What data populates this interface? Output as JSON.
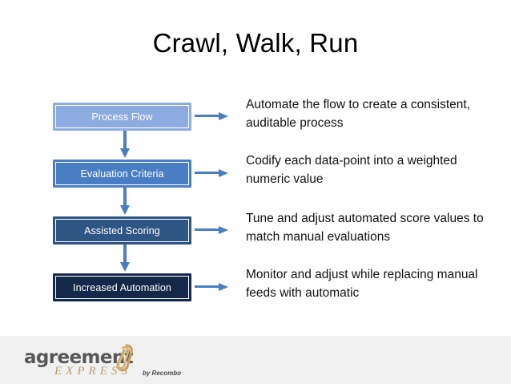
{
  "slide": {
    "title": "Crawl, Walk, Run",
    "background_color": "#ffffff"
  },
  "flow": {
    "arrow_color": "#4a7ec4",
    "nodes": [
      {
        "label": "Process Flow",
        "color": "#8cabe0"
      },
      {
        "label": "Evaluation Criteria",
        "color": "#4a7ec4"
      },
      {
        "label": "Assisted Scoring",
        "color": "#2f5584"
      },
      {
        "label": "Increased Automation",
        "color": "#14294a"
      }
    ]
  },
  "descriptions": [
    "Automate the flow to create a consistent, auditable process",
    "Codify each data-point into a weighted numeric value",
    "Tune and adjust automated score values to match manual evaluations",
    "Monitor and adjust while replacing manual feeds with automatic"
  ],
  "brand": {
    "wordmark": "agreement",
    "sub": "EXPRESS",
    "by": "by Recombo",
    "band_color": "#f1f1f1",
    "wordmark_color": "#58585a",
    "sub_color": "#b99c6e",
    "clip_color": "#c9a063"
  }
}
